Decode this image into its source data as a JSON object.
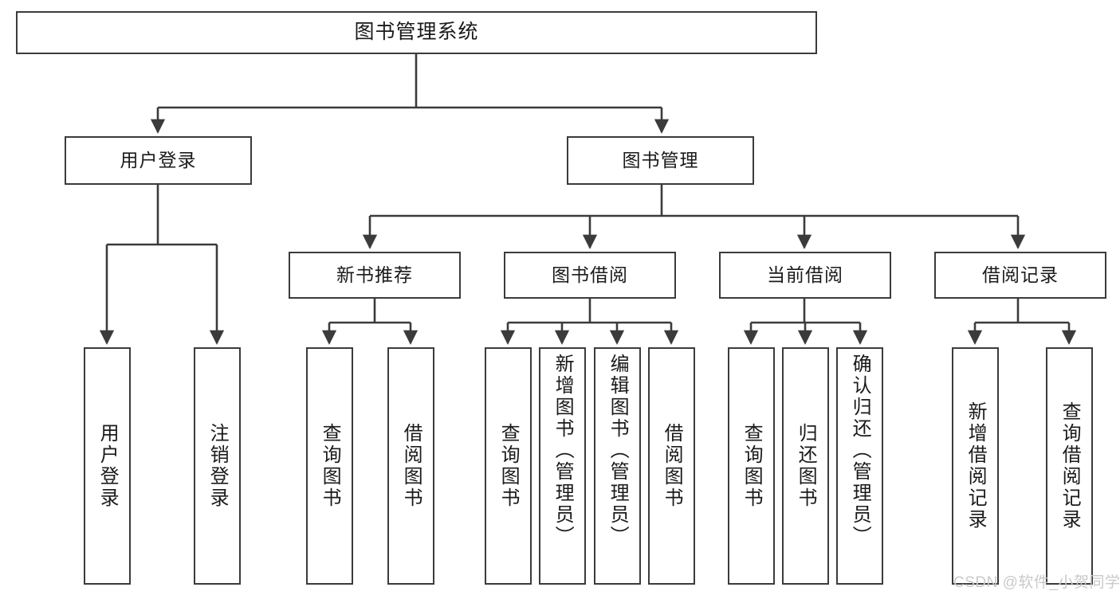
{
  "diagram": {
    "title": "图书管理系统",
    "type": "tree-hierarchy",
    "watermark": "CSDN @软件_小贺同学",
    "colors": {
      "node_border": "#3b3b3b",
      "node_fill": "#ffffff",
      "edge": "#3b3b3b",
      "text": "#1a1a1a",
      "watermark": "#c9c9c9",
      "background": "#ffffff"
    },
    "root": {
      "label": "图书管理系统"
    },
    "level2": [
      {
        "label": "用户登录"
      },
      {
        "label": "图书管理"
      }
    ],
    "level3": [
      {
        "label": "新书推荐"
      },
      {
        "label": "图书借阅"
      },
      {
        "label": "当前借阅"
      },
      {
        "label": "借阅记录"
      }
    ],
    "leaves": {
      "user_login": [
        {
          "label": "用户登录"
        },
        {
          "label": "注销登录"
        }
      ],
      "new_book_recommend": [
        {
          "label": "查询图书"
        },
        {
          "label": "借阅图书"
        }
      ],
      "book_borrow": [
        {
          "label": "查询图书"
        },
        {
          "label": "新增图书（管理员）"
        },
        {
          "label": "编辑图书（管理员）"
        },
        {
          "label": "借阅图书"
        }
      ],
      "current_borrow": [
        {
          "label": "查询图书"
        },
        {
          "label": "归还图书"
        },
        {
          "label": "确认归还（管理员）"
        }
      ],
      "borrow_records": [
        {
          "label": "新增借阅记录"
        },
        {
          "label": "查询借阅记录"
        }
      ]
    }
  }
}
